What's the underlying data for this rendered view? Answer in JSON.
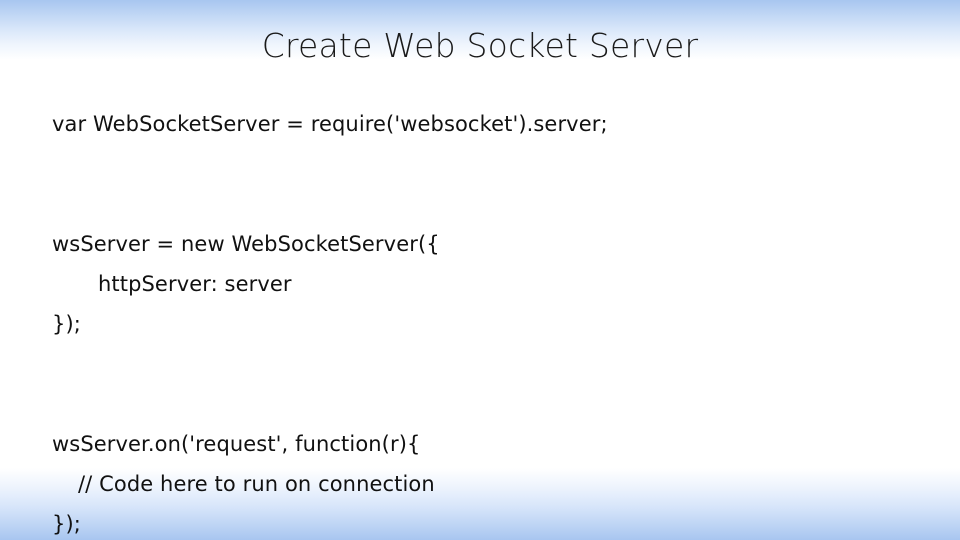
{
  "slide": {
    "title": "Create Web Socket Server",
    "background": {
      "top_band_color": "#a8c6f0",
      "bottom_band_color": "#a8c6f0",
      "page_color": "#ffffff"
    },
    "text_color": "#111111",
    "title_color": "#1a1a1a"
  },
  "code": {
    "lines": [
      {
        "text": "var WebSocketServer = require('websocket').server;",
        "indent": 0
      },
      {
        "text": "",
        "indent": 0
      },
      {
        "text": "",
        "indent": 0
      },
      {
        "text": "wsServer = new WebSocketServer({",
        "indent": 0
      },
      {
        "text": "httpServer: server",
        "indent": 2
      },
      {
        "text": "});",
        "indent": 0
      },
      {
        "text": "",
        "indent": 0
      },
      {
        "text": "",
        "indent": 0
      },
      {
        "text": "wsServer.on('request', function(r){",
        "indent": 0
      },
      {
        "text": "// Code here to run on connection",
        "indent": 1
      },
      {
        "text": "});",
        "indent": 0
      }
    ]
  }
}
